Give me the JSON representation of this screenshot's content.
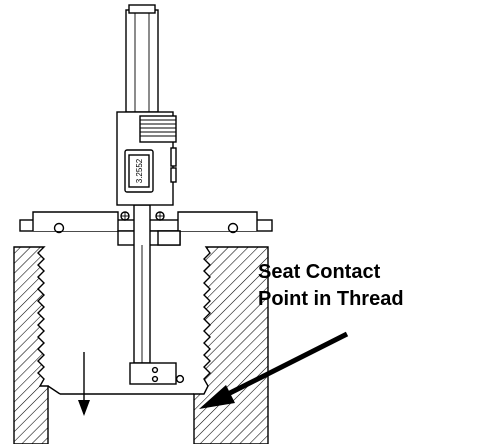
{
  "callout": {
    "line1": "Seat Contact",
    "line2": "Point in Thread"
  },
  "gauge": {
    "readout": "3.2552"
  },
  "colors": {
    "ink": "#000000",
    "paper": "#ffffff"
  }
}
